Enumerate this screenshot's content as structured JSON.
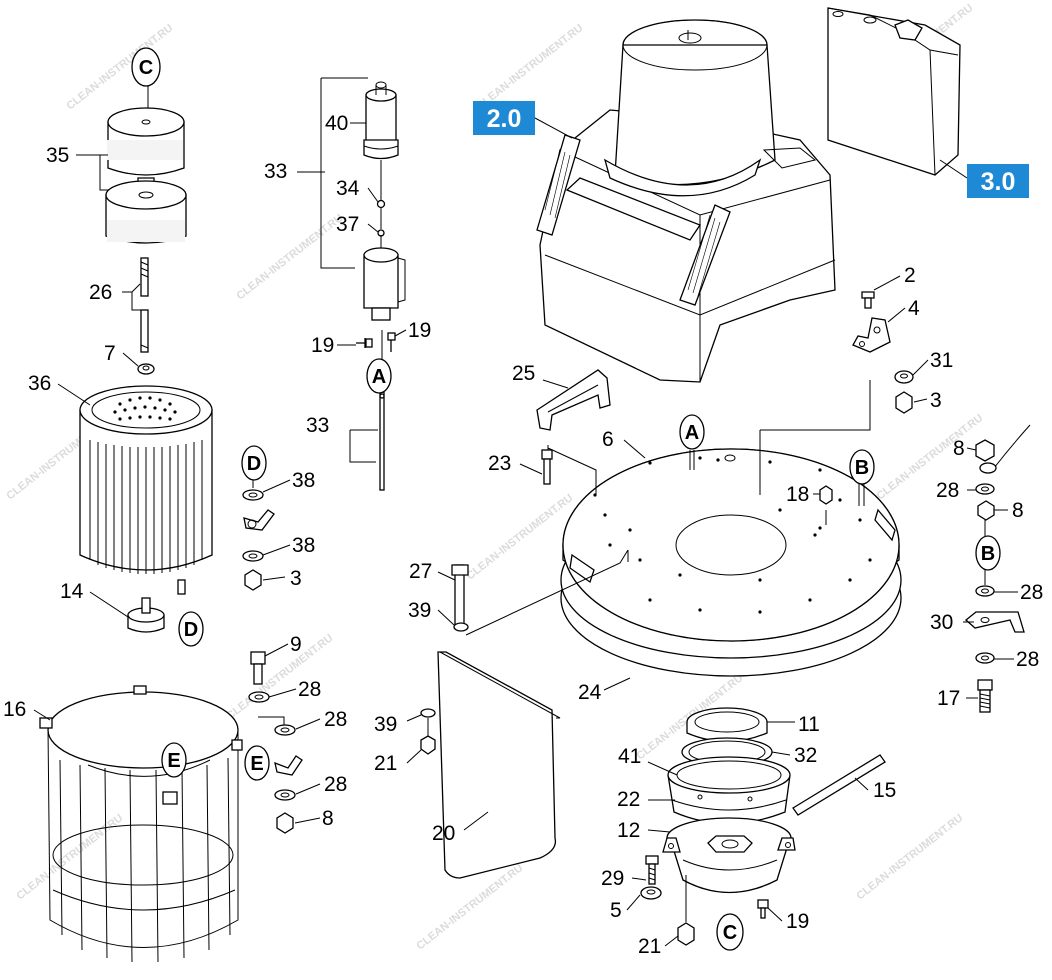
{
  "assembly_refs": [
    "2.0",
    "3.0"
  ],
  "part_numbers": [
    "35",
    "26",
    "7",
    "36",
    "14",
    "33",
    "40",
    "34",
    "37",
    "19",
    "19",
    "33",
    "38",
    "38",
    "3",
    "9",
    "28",
    "28",
    "28",
    "8",
    "16",
    "2",
    "4",
    "31",
    "3",
    "25",
    "6",
    "23",
    "18",
    "8",
    "28",
    "8",
    "28",
    "30",
    "28",
    "17",
    "27",
    "39",
    "39",
    "21",
    "20",
    "24",
    "11",
    "41",
    "32",
    "22",
    "15",
    "12",
    "29",
    "5",
    "21",
    "19"
  ],
  "connector_letters": [
    "C",
    "A",
    "D",
    "D",
    "E",
    "E",
    "A",
    "B",
    "B",
    "C"
  ],
  "colors": {
    "ref_box": "#1e8ad6",
    "line": "#000000",
    "watermark": "#c9c9c9"
  },
  "watermark": "CLEAN-INSTRUMENT.RU"
}
